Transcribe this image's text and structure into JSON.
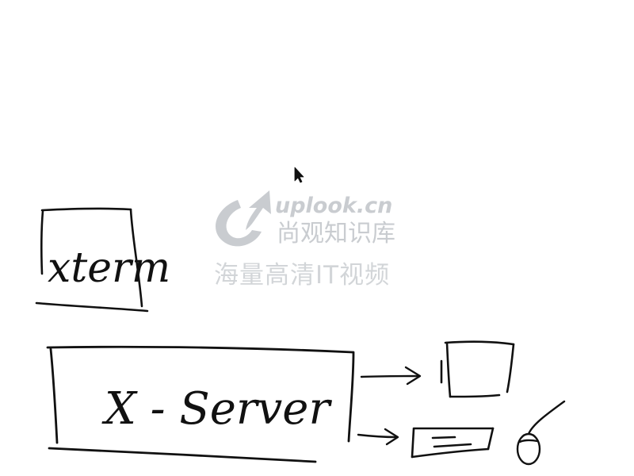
{
  "watermark": {
    "site": "uplook.cn",
    "name": "尚观知识库",
    "slogan": "海量高清IT视频"
  },
  "diagram": {
    "xterm_label": "xterm",
    "xserver_label": "X - Server"
  },
  "colors": {
    "ink": "#111111",
    "watermark": "#b7bcc1",
    "background": "#ffffff"
  },
  "icons": [
    "mouse-pointer-icon",
    "uplook-logo-icon",
    "monitor-icon",
    "keyboard-icon",
    "mouse-icon"
  ]
}
